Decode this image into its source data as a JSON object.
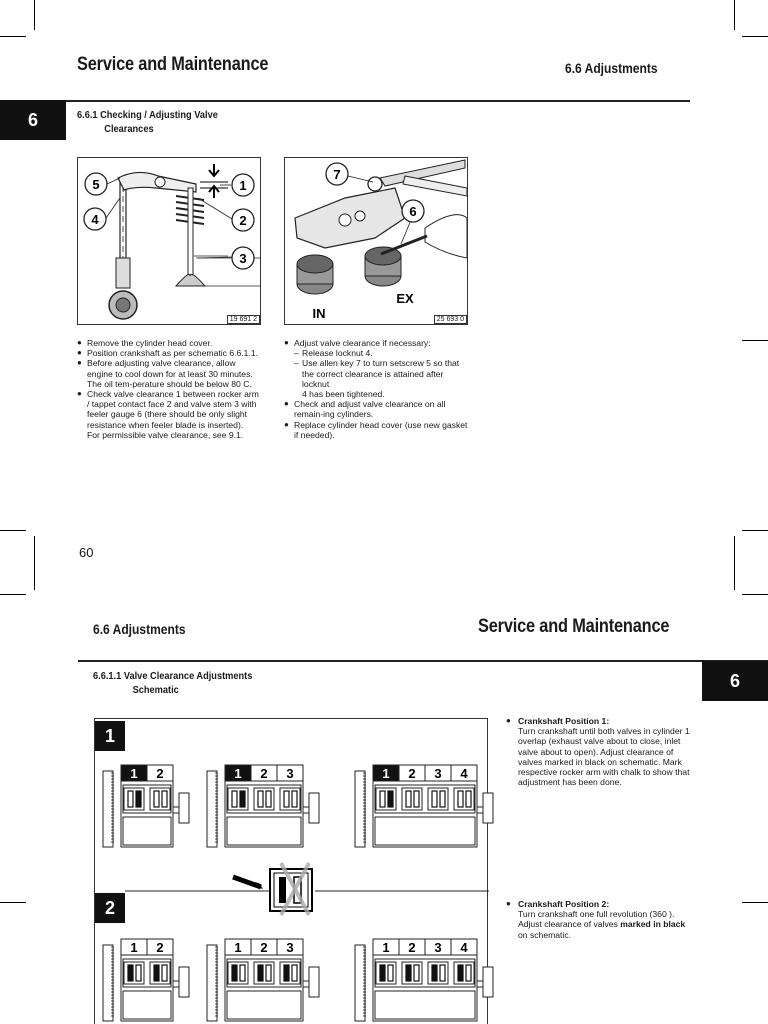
{
  "top_page": {
    "header_title": "Service and Maintenance",
    "header_section": "6.6  Adjustments",
    "chapter_tab": "6",
    "subheading_line1": "6.6.1  Checking / Adjusting Valve",
    "subheading_line2": "Clearances",
    "figure_left": {
      "callouts": [
        "5",
        "4",
        "1",
        "2",
        "3"
      ],
      "code": "19 691",
      "code_suffix": "2"
    },
    "figure_right": {
      "callouts": [
        "7",
        "6"
      ],
      "label_in": "IN",
      "label_ex": "EX",
      "code": "25 693",
      "code_suffix": "0"
    },
    "col_left": [
      "Remove the cylinder head cover.",
      "Position crankshaft as per schematic 6.6.1.1.",
      "Before adjusting valve clearance, allow engine to cool down for at least 30 minutes. The oil tem-perature should be below 80   C.",
      "Check valve clearance 1 between rocker arm / tappet contact face 2 and valve stem 3 with feeler gauge 6 (there should be only slight resistance when feeler blade is inserted)."
    ],
    "col_left_note": "For permissible valve clearance, see 9.1.",
    "col_right_intro": "Adjust valve clearance if necessary:",
    "col_right_sub1": "Release locknut 4.",
    "col_right_sub2": "Use allen key 7 to turn setscrew 5 so that the correct clearance is attained after locknut",
    "col_right_sub2_cont": "4 has been tightened.",
    "col_right_b2": "Check and adjust valve clearance on all remain-ing cylinders.",
    "col_right_b3": "Replace cylinder head cover (use new gasket if needed).",
    "page_number": "60"
  },
  "bottom_page": {
    "header_section": "6.6  Adjustments",
    "header_title": "Service and Maintenance",
    "chapter_tab": "6",
    "subheading_line1": "6.6.1.1  Valve Clearance Adjustments",
    "subheading_line2": "Schematic",
    "step1": "1",
    "step2": "2",
    "engines_row1": [
      {
        "cyl": [
          "1",
          "2"
        ]
      },
      {
        "cyl": [
          "1",
          "2",
          "3"
        ]
      },
      {
        "cyl": [
          "1",
          "2",
          "3",
          "4"
        ]
      }
    ],
    "engines_row2": [
      {
        "cyl": [
          "1",
          "2"
        ]
      },
      {
        "cyl": [
          "1",
          "2",
          "3"
        ]
      },
      {
        "cyl": [
          "1",
          "2",
          "3",
          "4"
        ]
      }
    ],
    "pos1_title": "Crankshaft Position 1:",
    "pos1_text": "Turn crankshaft until both valves in cylinder 1 overlap (exhaust valve about to close, inlet valve about to open). Adjust clearance of valves marked in black on schematic. Mark respective rocker arm with chalk to show that adjustment has been done.",
    "pos2_title": "Crankshaft Position 2:",
    "pos2_text_a": "Turn crankshaft one full revolution (360  ).",
    "pos2_text_b": "Adjust clearance of valves ",
    "pos2_bold": "marked in black",
    "pos2_text_c": " on schematic."
  }
}
